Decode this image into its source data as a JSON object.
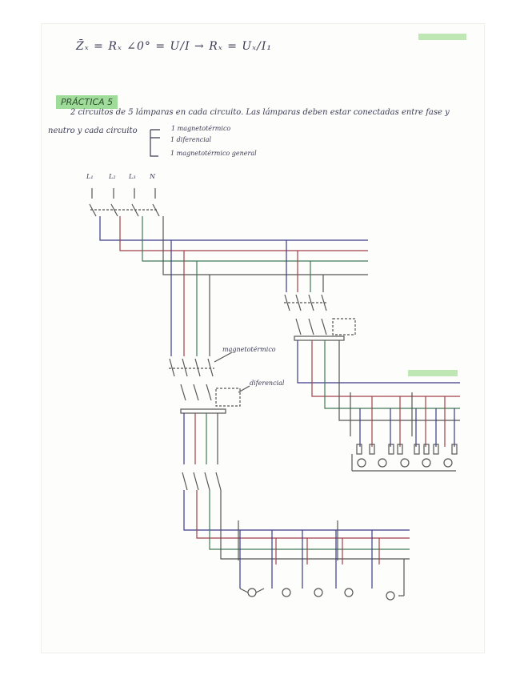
{
  "formula": "Z̄ₓ = Rₓ ∠0° = U/I → Rₓ = Uₓ/I₁",
  "section_tag": "PRÁCTICA 5",
  "line1": "2 circuitos de 5 lámparas en cada circuito. Las lámparas deben estar conectadas entre fase y",
  "line2": "neutro y cada circuito",
  "options": [
    "1 magnetotérmico",
    "1 diferencial",
    "1 magnetotérmico general"
  ],
  "phase_labels": [
    "L₁",
    "L₂",
    "L₃",
    "N"
  ],
  "annotations": {
    "magnetotermico": "magnetotérmico",
    "diferencial": "diferencial"
  },
  "colors": {
    "ink": "#3a3a55",
    "blue": "#3b3b8a",
    "red": "#a0404a",
    "green": "#3f7a55",
    "gray": "#666666",
    "highlight": "#9fdc9a"
  }
}
